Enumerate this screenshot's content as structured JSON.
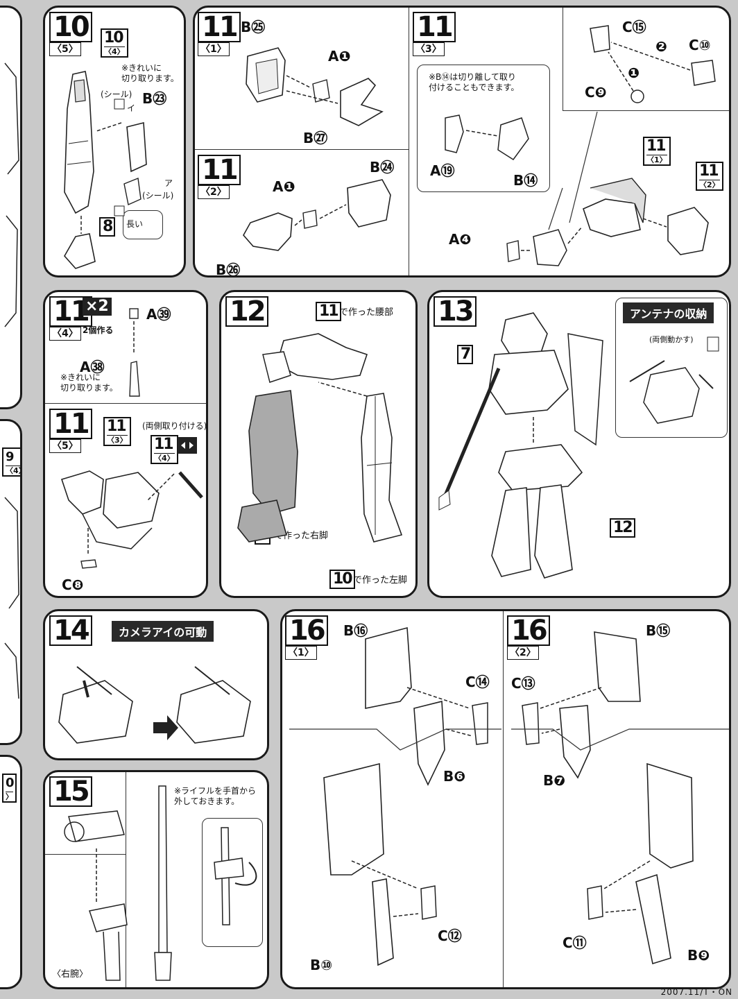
{
  "steps": {
    "s10": {
      "num": "10",
      "sub": "〈5〉",
      "ref_num": "10",
      "ref_sub": "〈4〉",
      "note_clean": "※きれいに\n切り取ります。",
      "seal_label_1": "(シール)",
      "seal_mark_1": "イ",
      "seal_label_2": "(シール)",
      "seal_mark_2": "ア",
      "part_b23": "B㉓",
      "ref_8": "8",
      "long_label": "長い"
    },
    "s11_1": {
      "num": "11",
      "sub": "〈1〉",
      "part_b25": "B㉕",
      "part_a1": "A❶",
      "part_b27": "B㉗"
    },
    "s11_2": {
      "num": "11",
      "sub": "〈2〉",
      "part_a1": "A❶",
      "part_b24": "B㉔",
      "part_b26": "B㉖"
    },
    "s11_3": {
      "num": "11",
      "sub": "〈3〉",
      "note": "※B⑭は切り離して取り\n付けることもできます。",
      "part_a19": "A⑲",
      "part_b14": "B⑭",
      "part_a4": "A❹",
      "part_c15": "C⑮",
      "part_c10": "C⑩",
      "part_c9": "C❾",
      "order_1": "❶",
      "order_2": "❷",
      "ref1_num": "11",
      "ref1_sub": "〈1〉",
      "ref2_num": "11",
      "ref2_sub": "〈2〉"
    },
    "s11_4": {
      "num": "11",
      "sub": "〈4〉",
      "multiplier": "×2",
      "make_two": "2個作る",
      "part_a39": "A㊴",
      "part_a38": "A㊳",
      "note_clean": "※きれいに\n切り取ります。"
    },
    "s11_5": {
      "num": "11",
      "sub": "〈5〉",
      "ref1_num": "11",
      "ref1_sub": "〈3〉",
      "note_both": "(両側取り付ける)",
      "ref2_num": "11",
      "ref2_sub": "〈4〉",
      "part_c8": "C❽"
    },
    "s12": {
      "num": "12",
      "ref_waist": "11",
      "label_waist": "で作った腰部",
      "ref_right": "9",
      "label_right": "で作った右脚",
      "ref_left": "10",
      "label_left": "で作った左脚"
    },
    "s13": {
      "num": "13",
      "banner": "アンテナの収納",
      "ref_7": "7",
      "ref_12": "12",
      "note_move": "(両側動かす)"
    },
    "s14": {
      "num": "14",
      "banner": "カメラアイの可動"
    },
    "s15": {
      "num": "15",
      "note": "※ライフルを手首から\n外しておきます。",
      "label_arm": "〈右腕〉"
    },
    "s16_1": {
      "num": "16",
      "sub": "〈1〉",
      "part_b16": "B⑯",
      "part_c14": "C⑭",
      "part_b6": "B❻",
      "part_c12": "C⑫",
      "part_b10": "B⑩"
    },
    "s16_2": {
      "num": "16",
      "sub": "〈2〉",
      "part_b15": "B⑮",
      "part_c13": "C⑬",
      "part_b7": "B❼",
      "part_c11": "C⑪",
      "part_b9": "B❾"
    }
  },
  "left_edge": {
    "ref_num": "9",
    "ref_sub": "〈4〉",
    "ref2_num": "0",
    "ref2_sub": "〉"
  },
  "footer": "2007.11/T・ON"
}
